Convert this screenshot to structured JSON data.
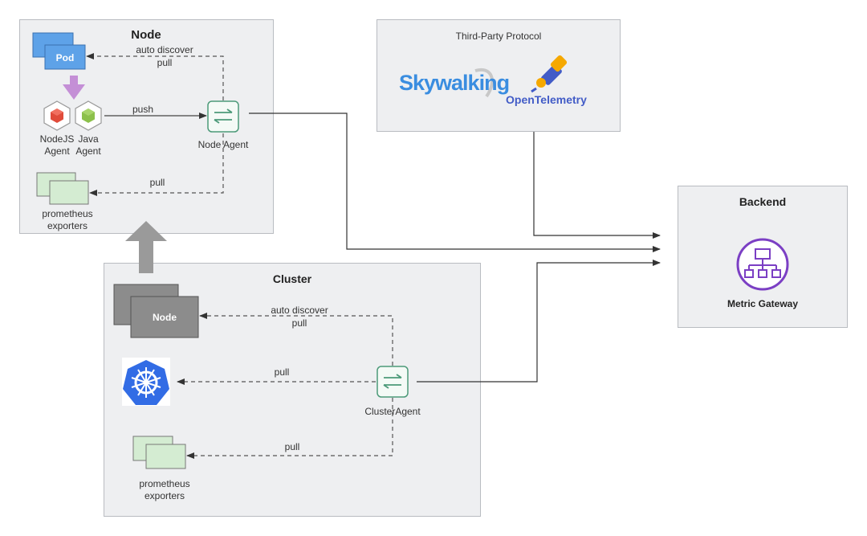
{
  "node_panel": {
    "title": "Node",
    "pod_label": "Pod",
    "nodejs_agent": [
      "NodeJS",
      "Agent"
    ],
    "java_agent": [
      "Java",
      "Agent"
    ],
    "node_agent_label": "Node Agent",
    "edge_auto_discover": "auto discover",
    "edge_pull_pod": "pull",
    "edge_push": "push",
    "edge_pull_exporters": "pull",
    "exporters_label": [
      "prometheus",
      "exporters"
    ]
  },
  "third_party_panel": {
    "title": "Third-Party Protocol",
    "skywalking_logo": "Skywalking",
    "opentelemetry_logo": "OpenTelemetry"
  },
  "backend_panel": {
    "title": "Backend",
    "metric_gateway_label": "Metric Gateway"
  },
  "cluster_panel": {
    "title": "Cluster",
    "node_box_label": "Node",
    "edge_auto_discover": "auto discover",
    "edge_pull_node": "pull",
    "edge_pull_k8s": "pull",
    "cluster_agent_label": "ClusterAgent",
    "edge_pull_exporters": "pull",
    "exporters_label": [
      "prometheus",
      "exporters"
    ]
  },
  "colors": {
    "panel_bg": "#eeeff1",
    "pod_blue": "#5ea2e8",
    "agent_green": "#4c9a79",
    "exporter_green": "#d4ecd2",
    "arrow_purple": "#c48fd6",
    "arrow_gray": "#9a9a9a",
    "gateway_purple": "#7b3fc4",
    "k8s_blue": "#326ce5",
    "skywalking_blue": "#3a8de0",
    "otel_orange": "#f5a800",
    "otel_indigo": "#425cc7"
  }
}
